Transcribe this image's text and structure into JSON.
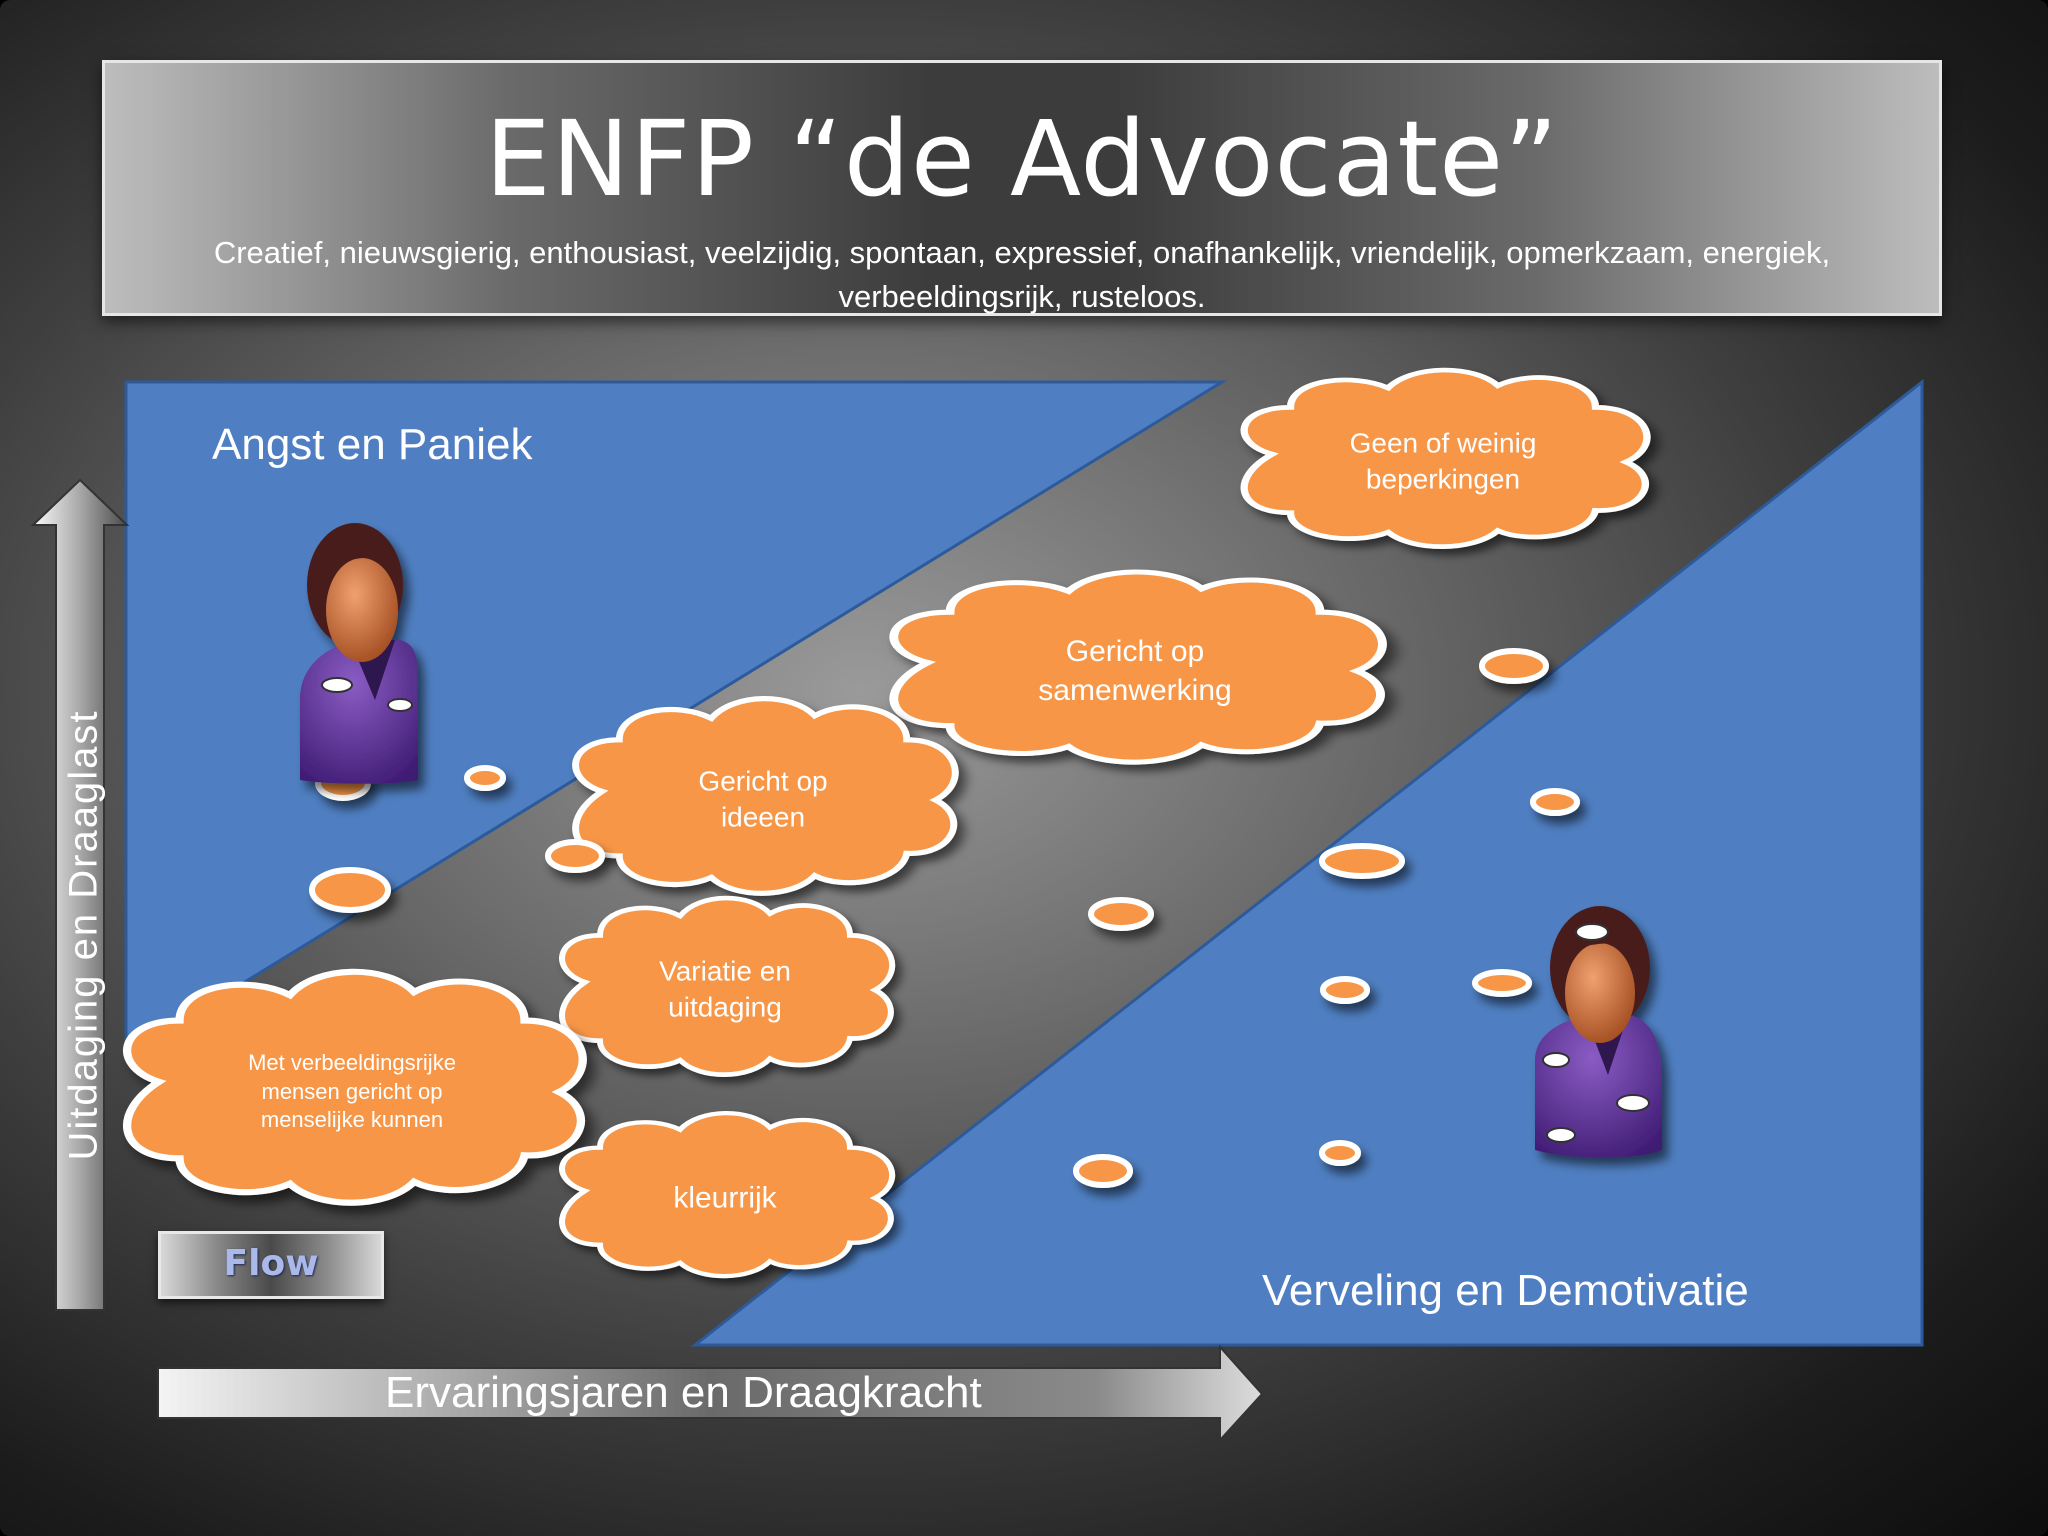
{
  "title": "ENFP “de Advocate”",
  "subtitle": "Creatief, nieuwsgierig, enthousiast, veelzijdig, spontaan, expressief, onafhankelijk, vriendelijk, opmerkzaam, energiek, verbeeldingsrijk, rusteloos.",
  "regions": {
    "anxiety": "Angst en Paniek",
    "boredom": "Verveling en Demotivatie"
  },
  "axes": {
    "y_label": "Uitdaging  en Draaglast",
    "x_label": "Ervaringsjaren en Draagkracht"
  },
  "flow_label": "Flow",
  "clouds": {
    "geen": "Geen of weinig\nbeperkingen",
    "samenwerking": "Gericht op\nsamenwerking",
    "ideeen": "Gericht op\nideeen",
    "variatie": "Variatie en\nuitdaging",
    "mensen": "Met verbeeldingsrijke\nmensen gericht op\nmenselijke kunnen",
    "kleurrijk": "kleurrijk"
  },
  "colors": {
    "region_blue": "#4f7fc2",
    "cloud_orange": "#f79646",
    "person_shirt": "#5b2d91",
    "person_skin": "#c8693a",
    "person_hair": "#4a1f1f"
  }
}
